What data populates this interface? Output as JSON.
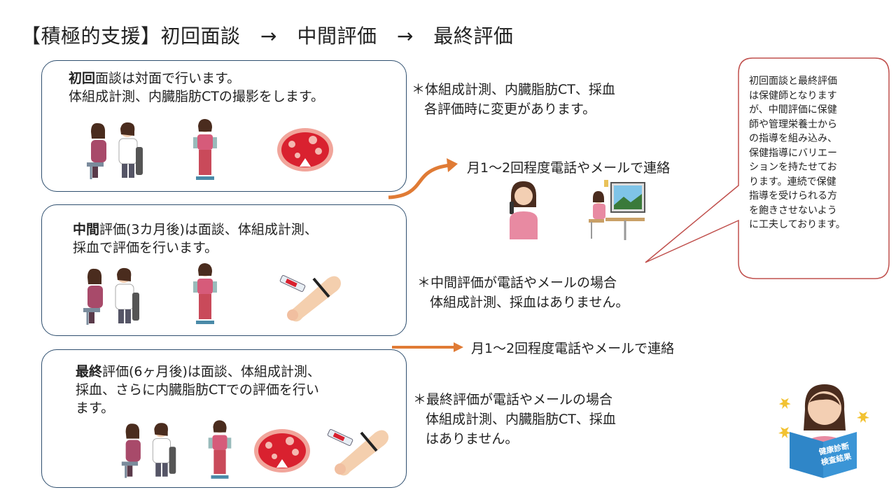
{
  "title": "【積極的支援】初回面談　→　中間評価　→　最終評価",
  "initial": {
    "bold": "初回",
    "line1_rest": "面談は対面で行います。",
    "line2": "体組成計測、内臓脂肪CTの撮影をします。"
  },
  "midterm": {
    "bold": "中間",
    "line1_rest": "評価(3カ月後)は面談、体組成計測、",
    "line2": "採血で評価を行います。"
  },
  "final": {
    "bold": "最終",
    "line1_rest": "評価(6ヶ月後)は面談、体組成計測、",
    "line2": "採血、さらに内臓脂肪CTでの評価を行い",
    "line3": "ます。"
  },
  "note1": {
    "line1": "＊体組成計測、内臓脂肪CT、採血",
    "line2": "各評価時に変更があります。"
  },
  "note2": {
    "line1": "＊中間評価が電話やメールの場合",
    "line2": "体組成計測、採血はありません。"
  },
  "note3": {
    "line1": "＊最終評価が電話やメールの場合",
    "line2": "体組成計測、内臓脂肪CT、採血",
    "line3": "はありません。"
  },
  "contact1": "月1～2回程度電話やメールで連絡",
  "contact2": "月1～2回程度電話やメールで連絡",
  "callout": {
    "lines": [
      "初回面談と最終評価",
      "は保健師となります",
      "が、中間評価に保健",
      "師や管理栄養士から",
      "の指導を組み込み、",
      "保健指導にバリエー",
      "ションを持たせてお",
      "ります。連続で保健",
      "指導を受けられる方",
      "を飽きさせないよう",
      "に工夫しております。"
    ]
  },
  "book_label": {
    "line1": "健康診断",
    "line2": "検査結果"
  },
  "colors": {
    "box_border": "#2f4f6f",
    "arrow": "#e07b35",
    "callout_border": "#c0504d",
    "ct_red": "#d9212f",
    "book_blue": "#2f86c8"
  }
}
